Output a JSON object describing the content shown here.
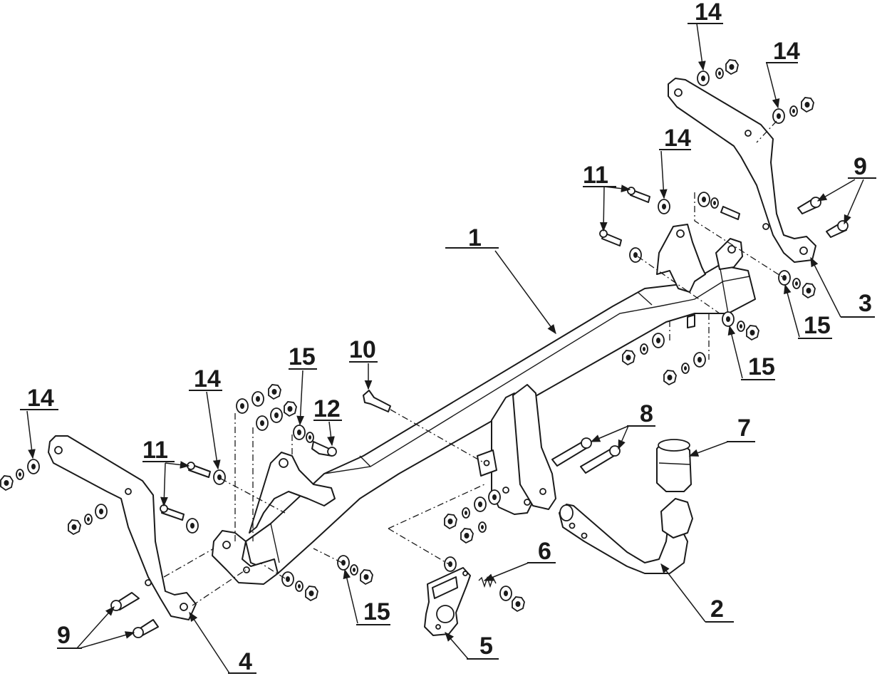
{
  "callouts": {
    "c1": "1",
    "c2": "2",
    "c3": "3",
    "c4": "4",
    "c5": "5",
    "c6": "6",
    "c7": "7",
    "c8": "8",
    "c9a": "9",
    "c9b": "9",
    "c10": "10",
    "c11a": "11",
    "c11b": "11",
    "c12": "12",
    "c14a": "14",
    "c14b": "14",
    "c14c": "14",
    "c14d": "14",
    "c14e": "14",
    "c15a": "15",
    "c15b": "15",
    "c15c": "15",
    "c15d": "15"
  }
}
